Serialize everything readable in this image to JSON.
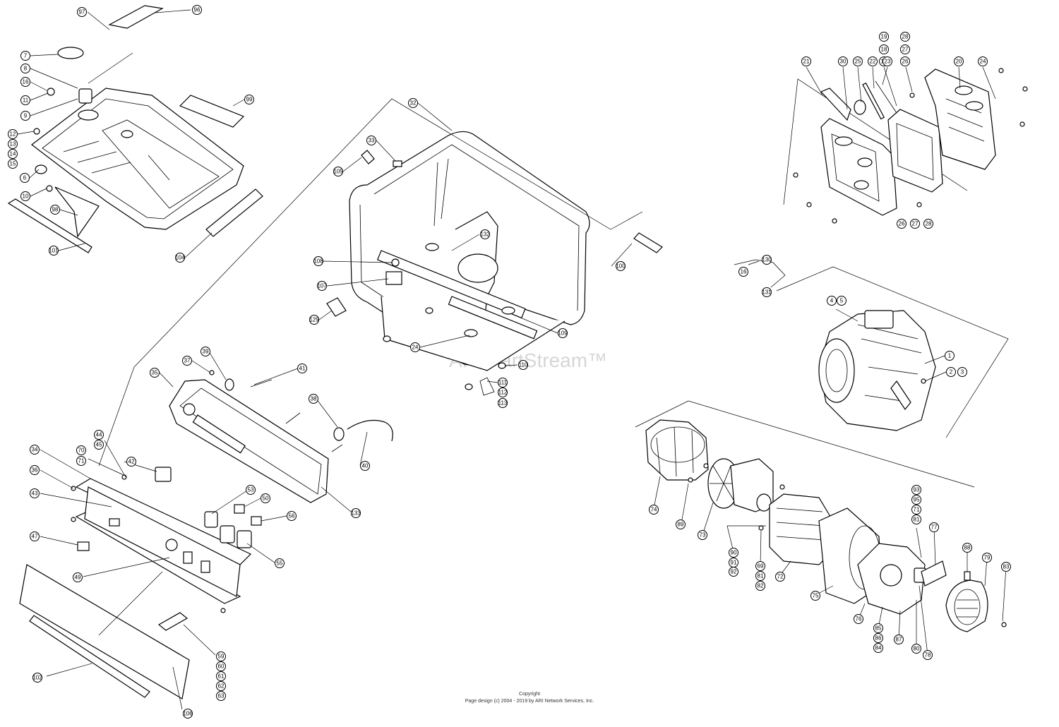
{
  "watermark": "ARI PartStream™",
  "copyright_line1": "Copyright",
  "copyright_line2": "Page design (c) 2004 - 2019 by ARI Network Services, Inc.",
  "callouts": {
    "c97": "97",
    "c96": "96",
    "c7": "7",
    "c8": "8",
    "c16a": "16",
    "c11": "11",
    "c9": "9",
    "c12": "12",
    "c13": "13",
    "c14": "14",
    "c15": "15",
    "c6": "6",
    "c10": "10",
    "c98": "98",
    "c101": "101",
    "c99": "99",
    "c104": "104",
    "c32": "32",
    "c33": "33",
    "c105": "105",
    "c132": "132",
    "c108": "108",
    "c107": "107",
    "c129": "129",
    "c24a": "24",
    "c109": "109",
    "c110": "110",
    "c111": "111",
    "c112": "112",
    "c113": "113",
    "c100": "100",
    "c19": "19",
    "c18": "18",
    "c17": "17",
    "c28a": "28",
    "c27a": "27",
    "c26a": "26",
    "c21": "21",
    "c30": "30",
    "c25": "25",
    "c22": "22",
    "c23": "23",
    "c20": "20",
    "c24b": "24",
    "c26b": "26",
    "c27b": "27",
    "c28b": "28",
    "c130": "130",
    "c16b": "16",
    "c131": "131",
    "c4": "4",
    "c5": "5",
    "c1": "1",
    "c2": "2",
    "c3": "3",
    "c37": "37",
    "c39": "39",
    "c35": "35",
    "c41": "41",
    "c38": "38",
    "c40": "40",
    "c133": "133",
    "c44": "44",
    "c45": "45",
    "c70": "70",
    "c71a": "71",
    "c42": "42",
    "c34": "34",
    "c36": "36",
    "c43": "43",
    "c47": "47",
    "c49": "49",
    "c53": "53",
    "c50": "50",
    "c56": "56",
    "c55": "55",
    "c59": "59",
    "c60": "60",
    "c61": "61",
    "c62": "62",
    "c63": "63",
    "c102": "102",
    "c106": "106",
    "c74": "74",
    "c89": "89",
    "c73": "73",
    "c90": "90",
    "c91": "91",
    "c92": "92",
    "c69": "69",
    "c81a": "81",
    "c82": "82",
    "c72": "72",
    "c75": "75",
    "c93": "93",
    "c95": "95",
    "c71b": "71",
    "c81b": "81",
    "c77": "77",
    "c76": "76",
    "c85": "85",
    "c86": "86",
    "c84": "84",
    "c87": "87",
    "c80": "80",
    "c78": "78",
    "c88": "88",
    "c79": "79",
    "c83": "83"
  }
}
